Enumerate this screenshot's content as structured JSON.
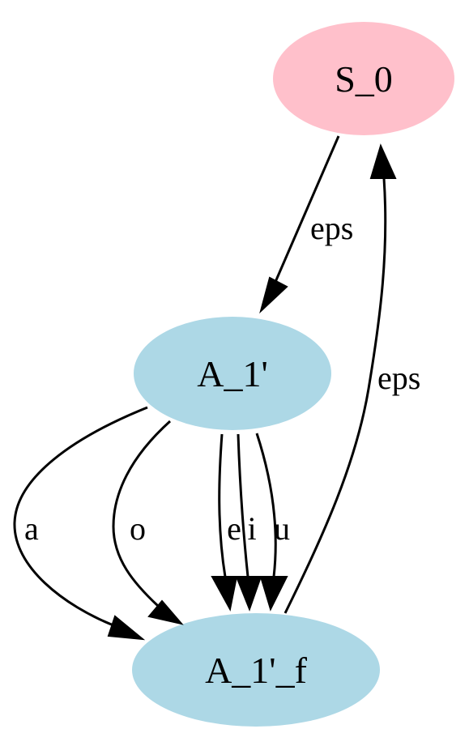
{
  "nodes": [
    {
      "id": "S_0",
      "label": "S_0",
      "color": "#ffc0cb"
    },
    {
      "id": "A_1p",
      "label": "A_1'",
      "color": "#add8e6"
    },
    {
      "id": "A_1p_f",
      "label": "A_1'_f",
      "color": "#add8e6"
    }
  ],
  "edges": [
    {
      "from": "S_0",
      "to": "A_1'",
      "label": "eps"
    },
    {
      "from": "A_1'",
      "to": "A_1'_f",
      "label": "a"
    },
    {
      "from": "A_1'",
      "to": "A_1'_f",
      "label": "o"
    },
    {
      "from": "A_1'",
      "to": "A_1'_f",
      "label": "e"
    },
    {
      "from": "A_1'",
      "to": "A_1'_f",
      "label": "i"
    },
    {
      "from": "A_1'",
      "to": "A_1'_f",
      "label": "u"
    },
    {
      "from": "A_1'_f",
      "to": "S_0",
      "label": "eps"
    }
  ]
}
